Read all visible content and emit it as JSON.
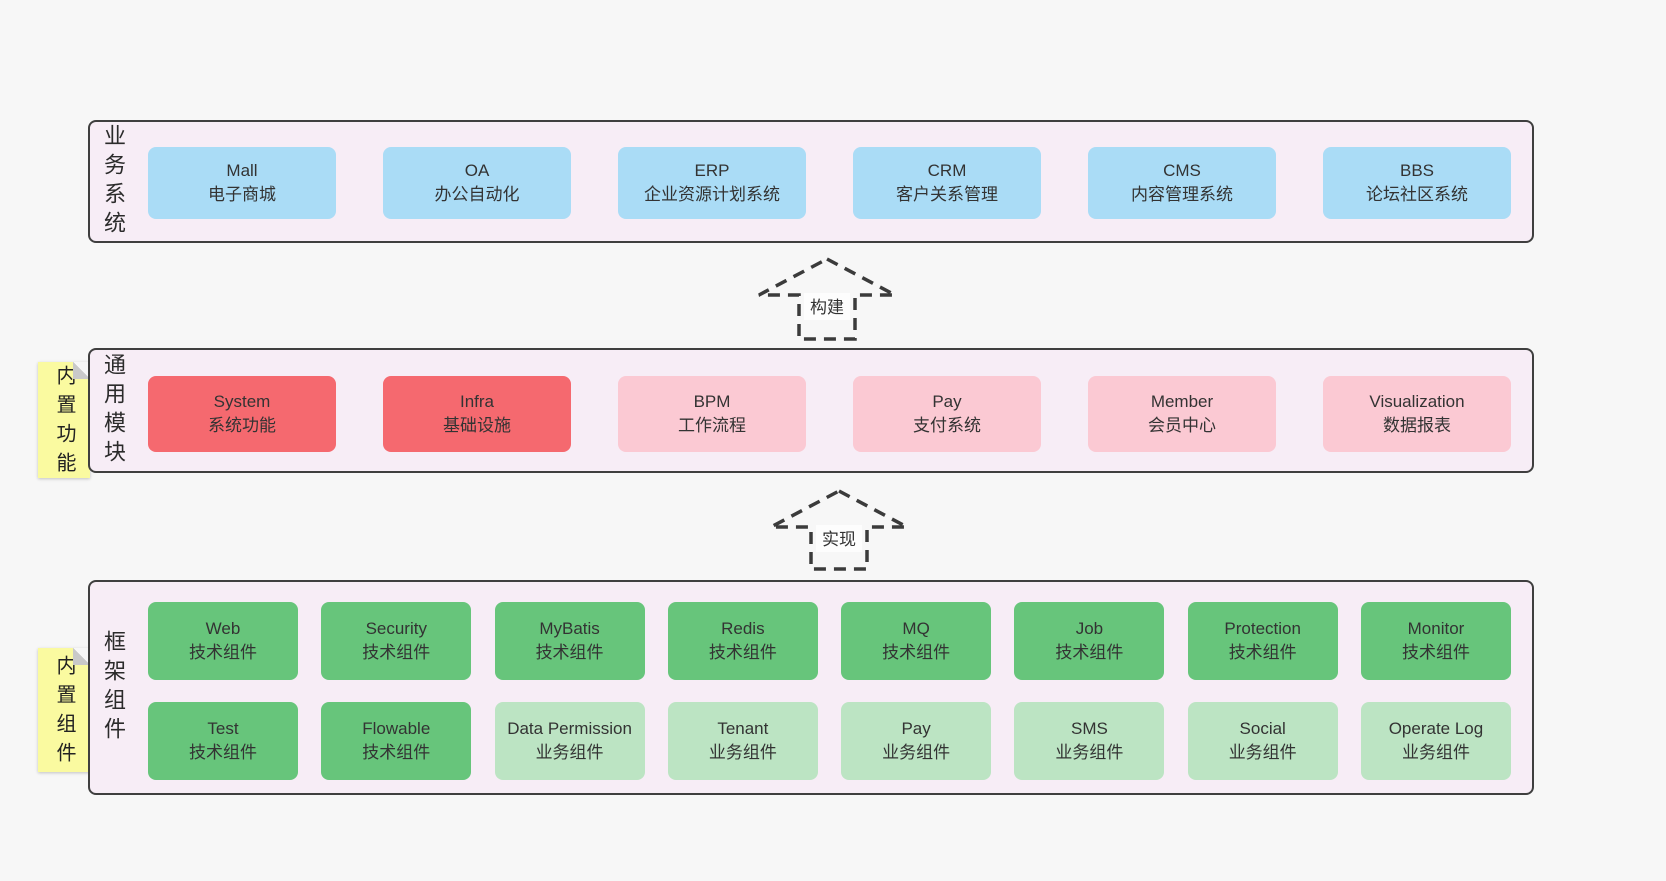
{
  "palette": {
    "page-bg": "#f7f7f7",
    "panel-bg": "#f7edf6",
    "panel-border": "#3f3f3f",
    "node-blue": "#aadcf6",
    "node-red": "#f5696f",
    "node-pink": "#fbc9d3",
    "node-green": "#67c57b",
    "node-green-light": "#bce4c3",
    "sticky-yellow": "#fafaa0",
    "sticky-fold": "#c9c9c9",
    "text-dark": "#333333",
    "arrow-stroke": "#3b3b3b"
  },
  "arrows": [
    {
      "label": "构建"
    },
    {
      "label": "实现"
    }
  ],
  "layers": [
    {
      "label": "业务系统",
      "sticky": null,
      "rows": [
        {
          "style": "six",
          "boxes": [
            {
              "name": "mall",
              "title": "Mall",
              "subtitle": "电子商城",
              "variant": "blue"
            },
            {
              "name": "oa",
              "title": "OA",
              "subtitle": "办公自动化",
              "variant": "blue"
            },
            {
              "name": "erp",
              "title": "ERP",
              "subtitle": "企业资源计划系统",
              "variant": "blue"
            },
            {
              "name": "crm",
              "title": "CRM",
              "subtitle": "客户关系管理",
              "variant": "blue"
            },
            {
              "name": "cms",
              "title": "CMS",
              "subtitle": "内容管理系统",
              "variant": "blue"
            },
            {
              "name": "bbs",
              "title": "BBS",
              "subtitle": "论坛社区系统",
              "variant": "blue"
            }
          ]
        }
      ]
    },
    {
      "label": "通用模块",
      "sticky": "内置功能",
      "rows": [
        {
          "style": "six",
          "boxes": [
            {
              "name": "system",
              "title": "System",
              "subtitle": "系统功能",
              "variant": "red"
            },
            {
              "name": "infra",
              "title": "Infra",
              "subtitle": "基础设施",
              "variant": "red"
            },
            {
              "name": "bpm",
              "title": "BPM",
              "subtitle": "工作流程",
              "variant": "pink"
            },
            {
              "name": "pay",
              "title": "Pay",
              "subtitle": "支付系统",
              "variant": "pink"
            },
            {
              "name": "member",
              "title": "Member",
              "subtitle": "会员中心",
              "variant": "pink"
            },
            {
              "name": "visualization",
              "title": "Visualization",
              "subtitle": "数据报表",
              "variant": "pink"
            }
          ]
        }
      ]
    },
    {
      "label": "框架组件",
      "sticky": "内置组件",
      "rows": [
        {
          "style": "eight",
          "boxes": [
            {
              "name": "web",
              "title": "Web",
              "subtitle": "技术组件",
              "variant": "green"
            },
            {
              "name": "security",
              "title": "Security",
              "subtitle": "技术组件",
              "variant": "green"
            },
            {
              "name": "mybatis",
              "title": "MyBatis",
              "subtitle": "技术组件",
              "variant": "green"
            },
            {
              "name": "redis",
              "title": "Redis",
              "subtitle": "技术组件",
              "variant": "green"
            },
            {
              "name": "mq",
              "title": "MQ",
              "subtitle": "技术组件",
              "variant": "green"
            },
            {
              "name": "job",
              "title": "Job",
              "subtitle": "技术组件",
              "variant": "green"
            },
            {
              "name": "protection",
              "title": "Protection",
              "subtitle": "技术组件",
              "variant": "green"
            },
            {
              "name": "monitor",
              "title": "Monitor",
              "subtitle": "技术组件",
              "variant": "green"
            }
          ]
        },
        {
          "style": "eight",
          "boxes": [
            {
              "name": "test",
              "title": "Test",
              "subtitle": "技术组件",
              "variant": "green"
            },
            {
              "name": "flowable",
              "title": "Flowable",
              "subtitle": "技术组件",
              "variant": "green"
            },
            {
              "name": "data-permission",
              "title": "Data Permission",
              "subtitle": "业务组件",
              "variant": "green-light"
            },
            {
              "name": "tenant",
              "title": "Tenant",
              "subtitle": "业务组件",
              "variant": "green-light"
            },
            {
              "name": "pay-biz",
              "title": "Pay",
              "subtitle": "业务组件",
              "variant": "green-light"
            },
            {
              "name": "sms",
              "title": "SMS",
              "subtitle": "业务组件",
              "variant": "green-light"
            },
            {
              "name": "social",
              "title": "Social",
              "subtitle": "业务组件",
              "variant": "green-light"
            },
            {
              "name": "operate-log",
              "title": "Operate Log",
              "subtitle": "业务组件",
              "variant": "green-light"
            }
          ]
        }
      ]
    }
  ]
}
